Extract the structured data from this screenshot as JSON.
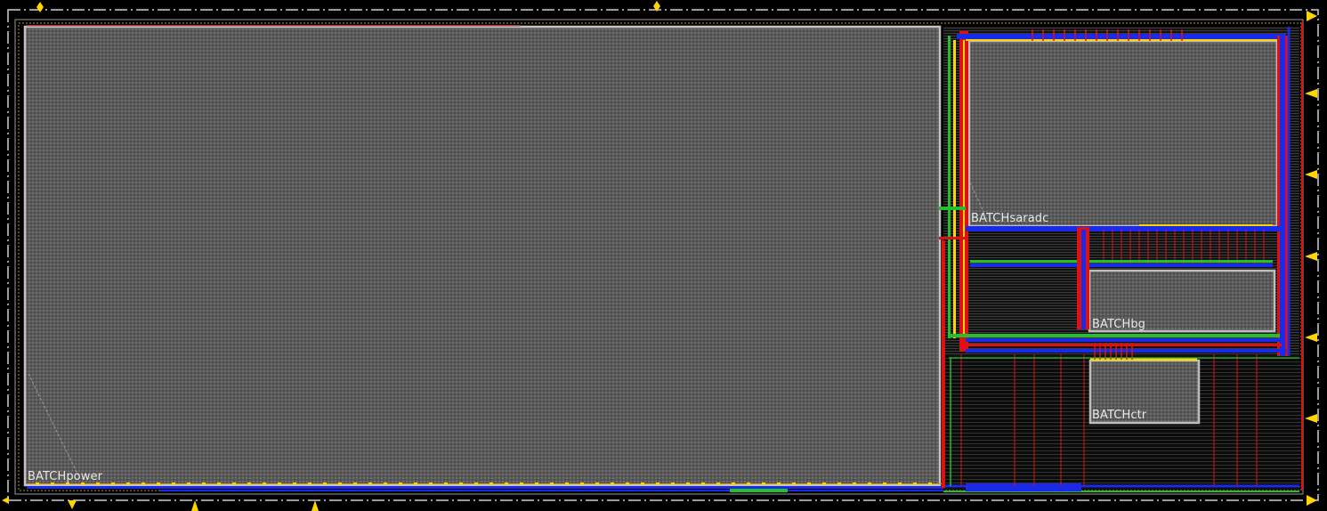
{
  "layout_view": {
    "background_color": "#000000",
    "layer_colors": {
      "metal1": "#e01010",
      "metal2": "#1a2ae8",
      "metal3": "#22c02a",
      "pin": "#ffd400",
      "instance_outline": "#b8b8b8",
      "boundary": "#d8d8d8",
      "fill": "#5e5e5e"
    },
    "instances": [
      {
        "name": "BATCHpower"
      },
      {
        "name": "BATCHsaradc"
      },
      {
        "name": "BATCHbg"
      },
      {
        "name": "BATCHctr"
      }
    ],
    "pin_marker_icon": "yellow-triangle-icon"
  }
}
